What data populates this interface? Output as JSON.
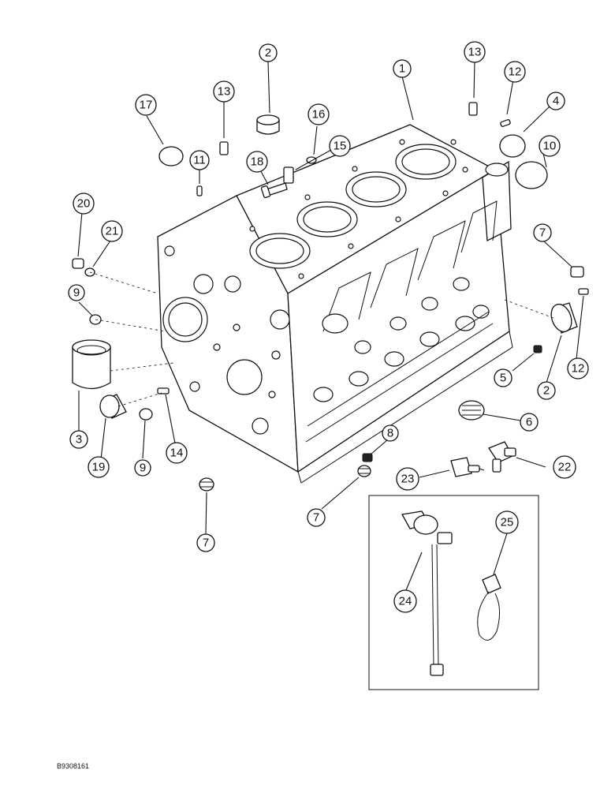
{
  "callouts": [
    "1",
    "2",
    "3",
    "4",
    "5",
    "6",
    "7",
    "8",
    "9",
    "10",
    "11",
    "12",
    "13",
    "14",
    "15",
    "16",
    "17",
    "18",
    "19",
    "20",
    "21",
    "22",
    "23",
    "24",
    "25"
  ],
  "figure_code": "B9308161"
}
